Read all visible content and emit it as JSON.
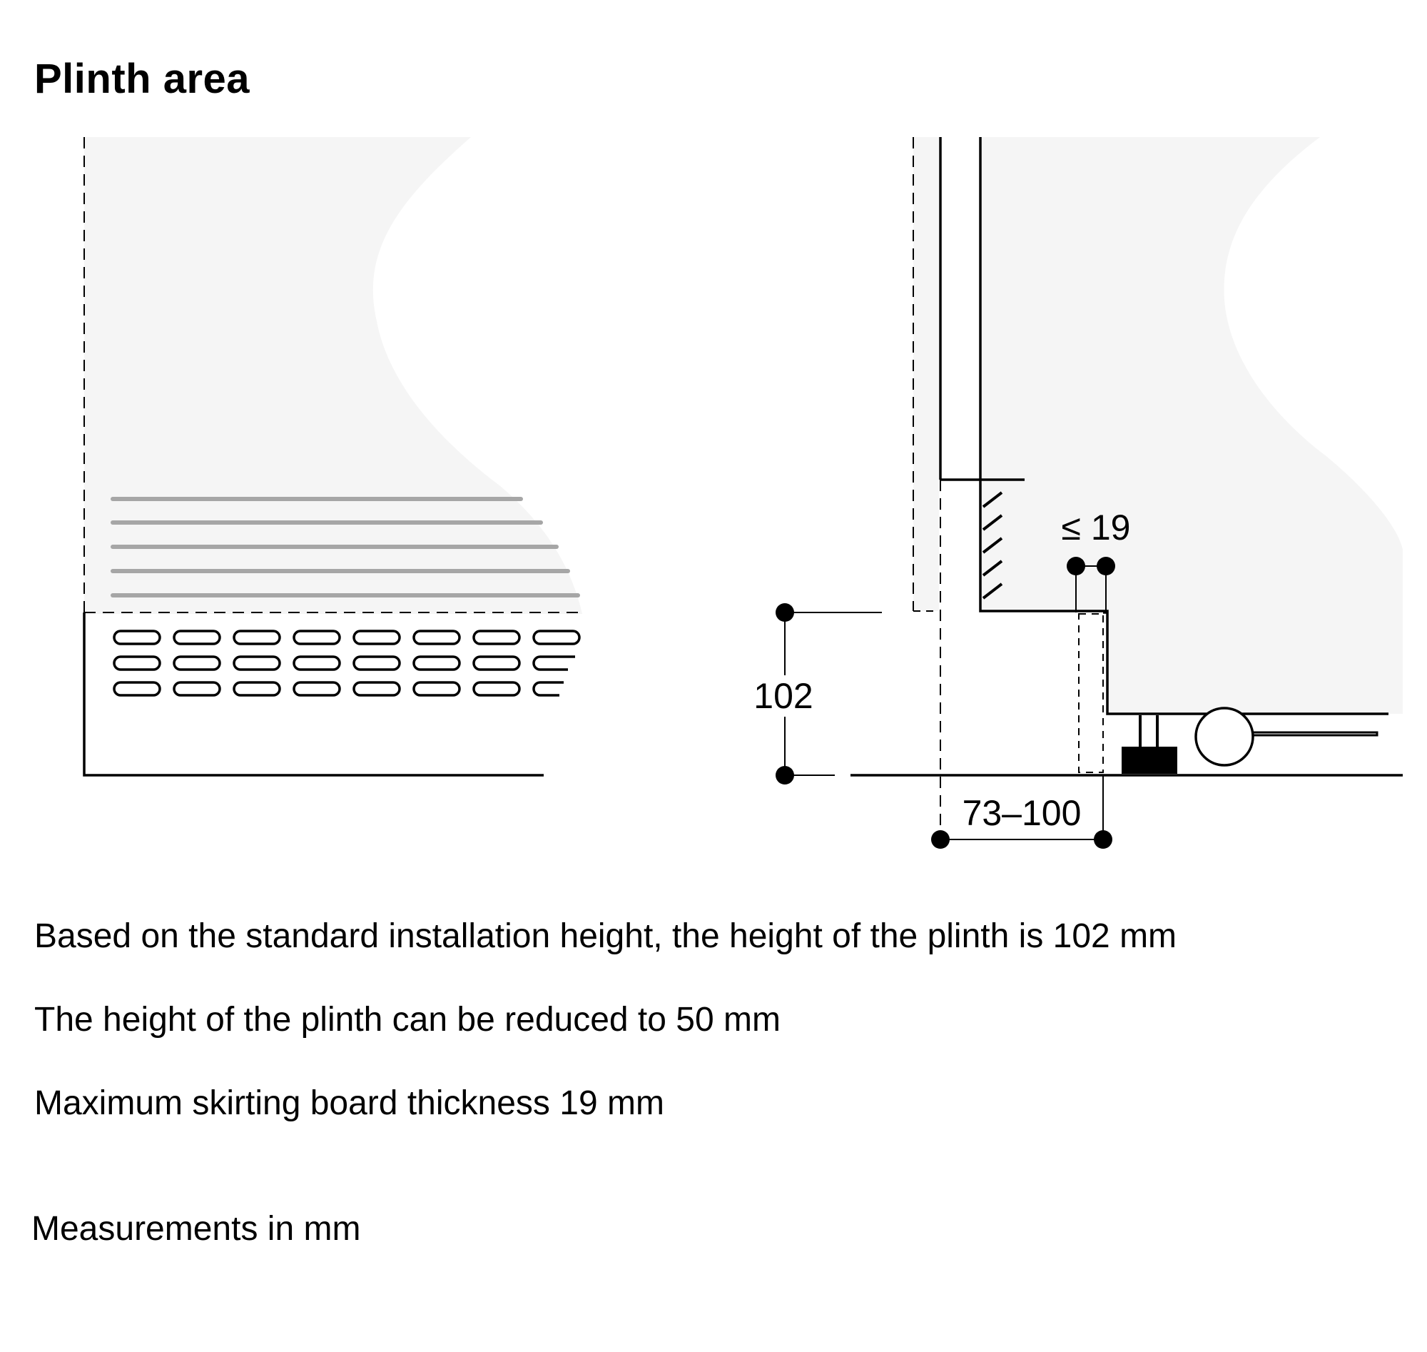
{
  "title": "Plinth area",
  "dimensions": {
    "plinth_height": "102",
    "skirting_max": "≤ 19",
    "depth_range": "73–100"
  },
  "notes": [
    "Based on the standard installation height, the height of the plinth is 102 mm",
    "The height of the plinth can be reduced to 50 mm",
    "Maximum skirting board thickness 19 mm"
  ],
  "footnote": "Measurements in mm",
  "colors": {
    "appliance_fill": "#f5f5f5",
    "stripe_gray": "#a6a6a6",
    "line": "#000000"
  }
}
